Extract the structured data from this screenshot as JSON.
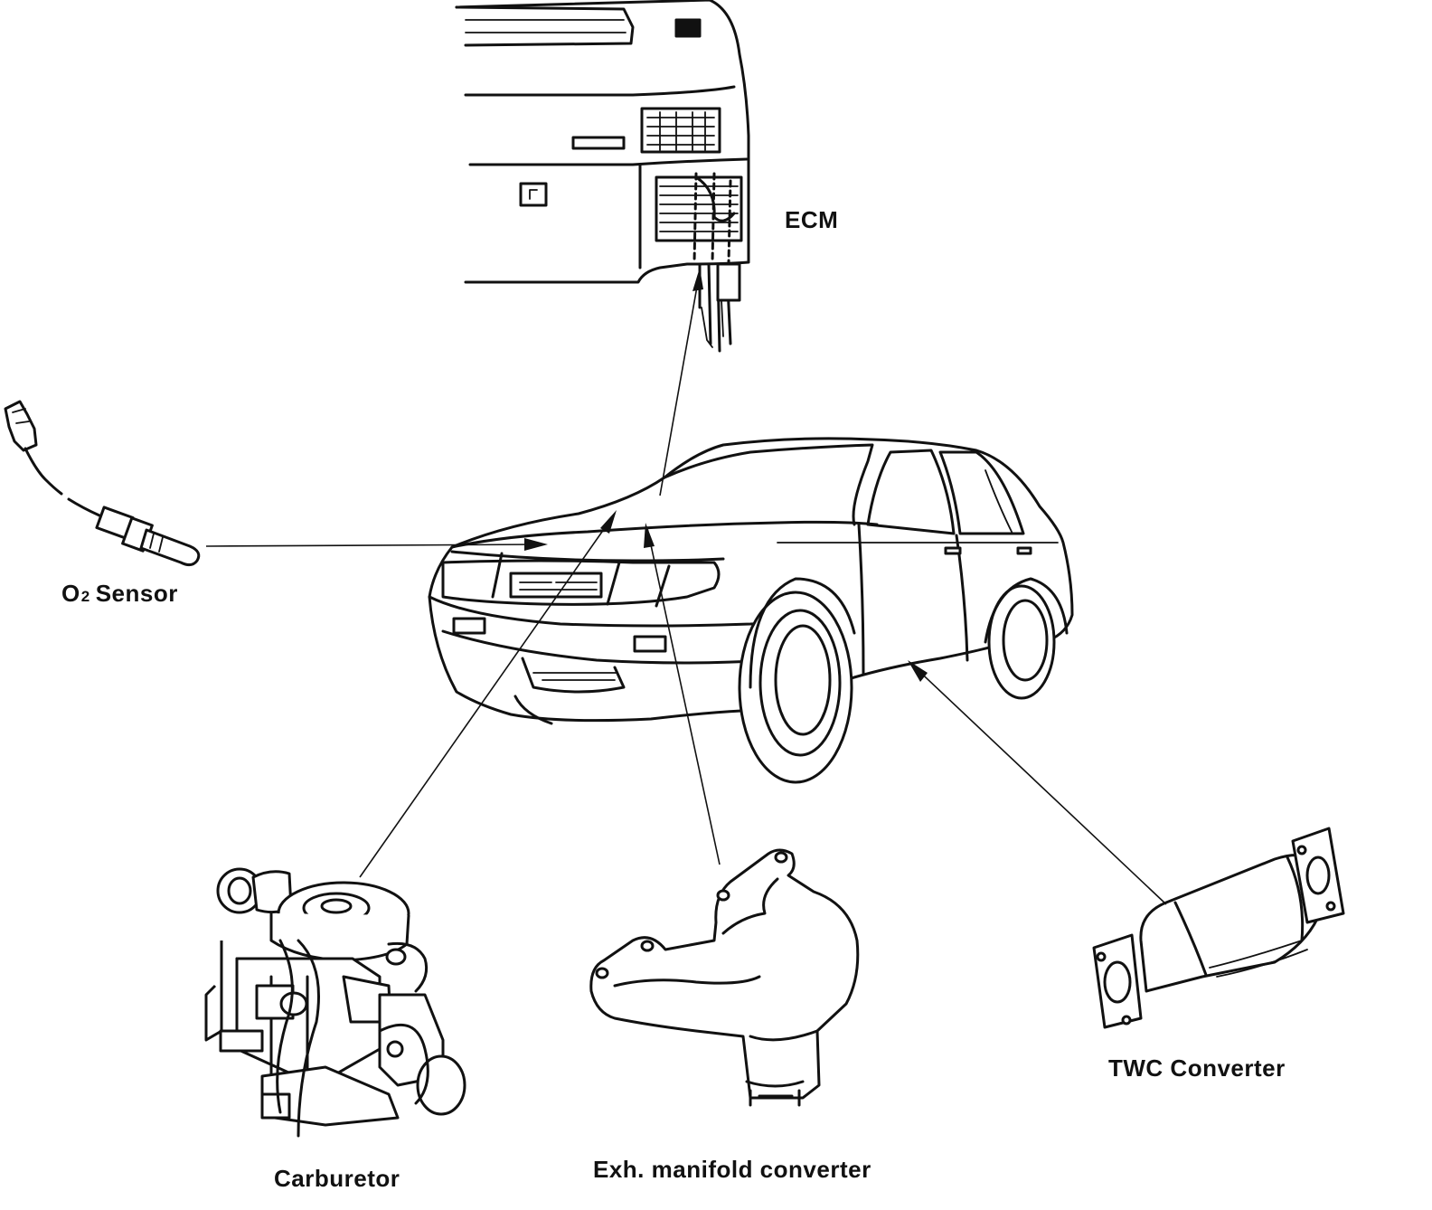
{
  "labels": {
    "ecm": "ECM",
    "o2_sensor_prefix": "O",
    "o2_sensor_subscript": "2",
    "o2_sensor_suffix": "Sensor",
    "carburetor": "Carburetor",
    "exh_manifold_converter": "Exh. manifold converter",
    "twc_converter": "TWC Converter"
  },
  "colors": {
    "ink": "#111111",
    "background": "#ffffff"
  },
  "icons": {
    "car": "car-illustration",
    "ecm": "dashboard-ecm-illustration",
    "o2_sensor": "o2-sensor-illustration",
    "carburetor": "carburetor-illustration",
    "exh_manifold": "exhaust-manifold-illustration",
    "twc": "catalytic-converter-illustration"
  }
}
